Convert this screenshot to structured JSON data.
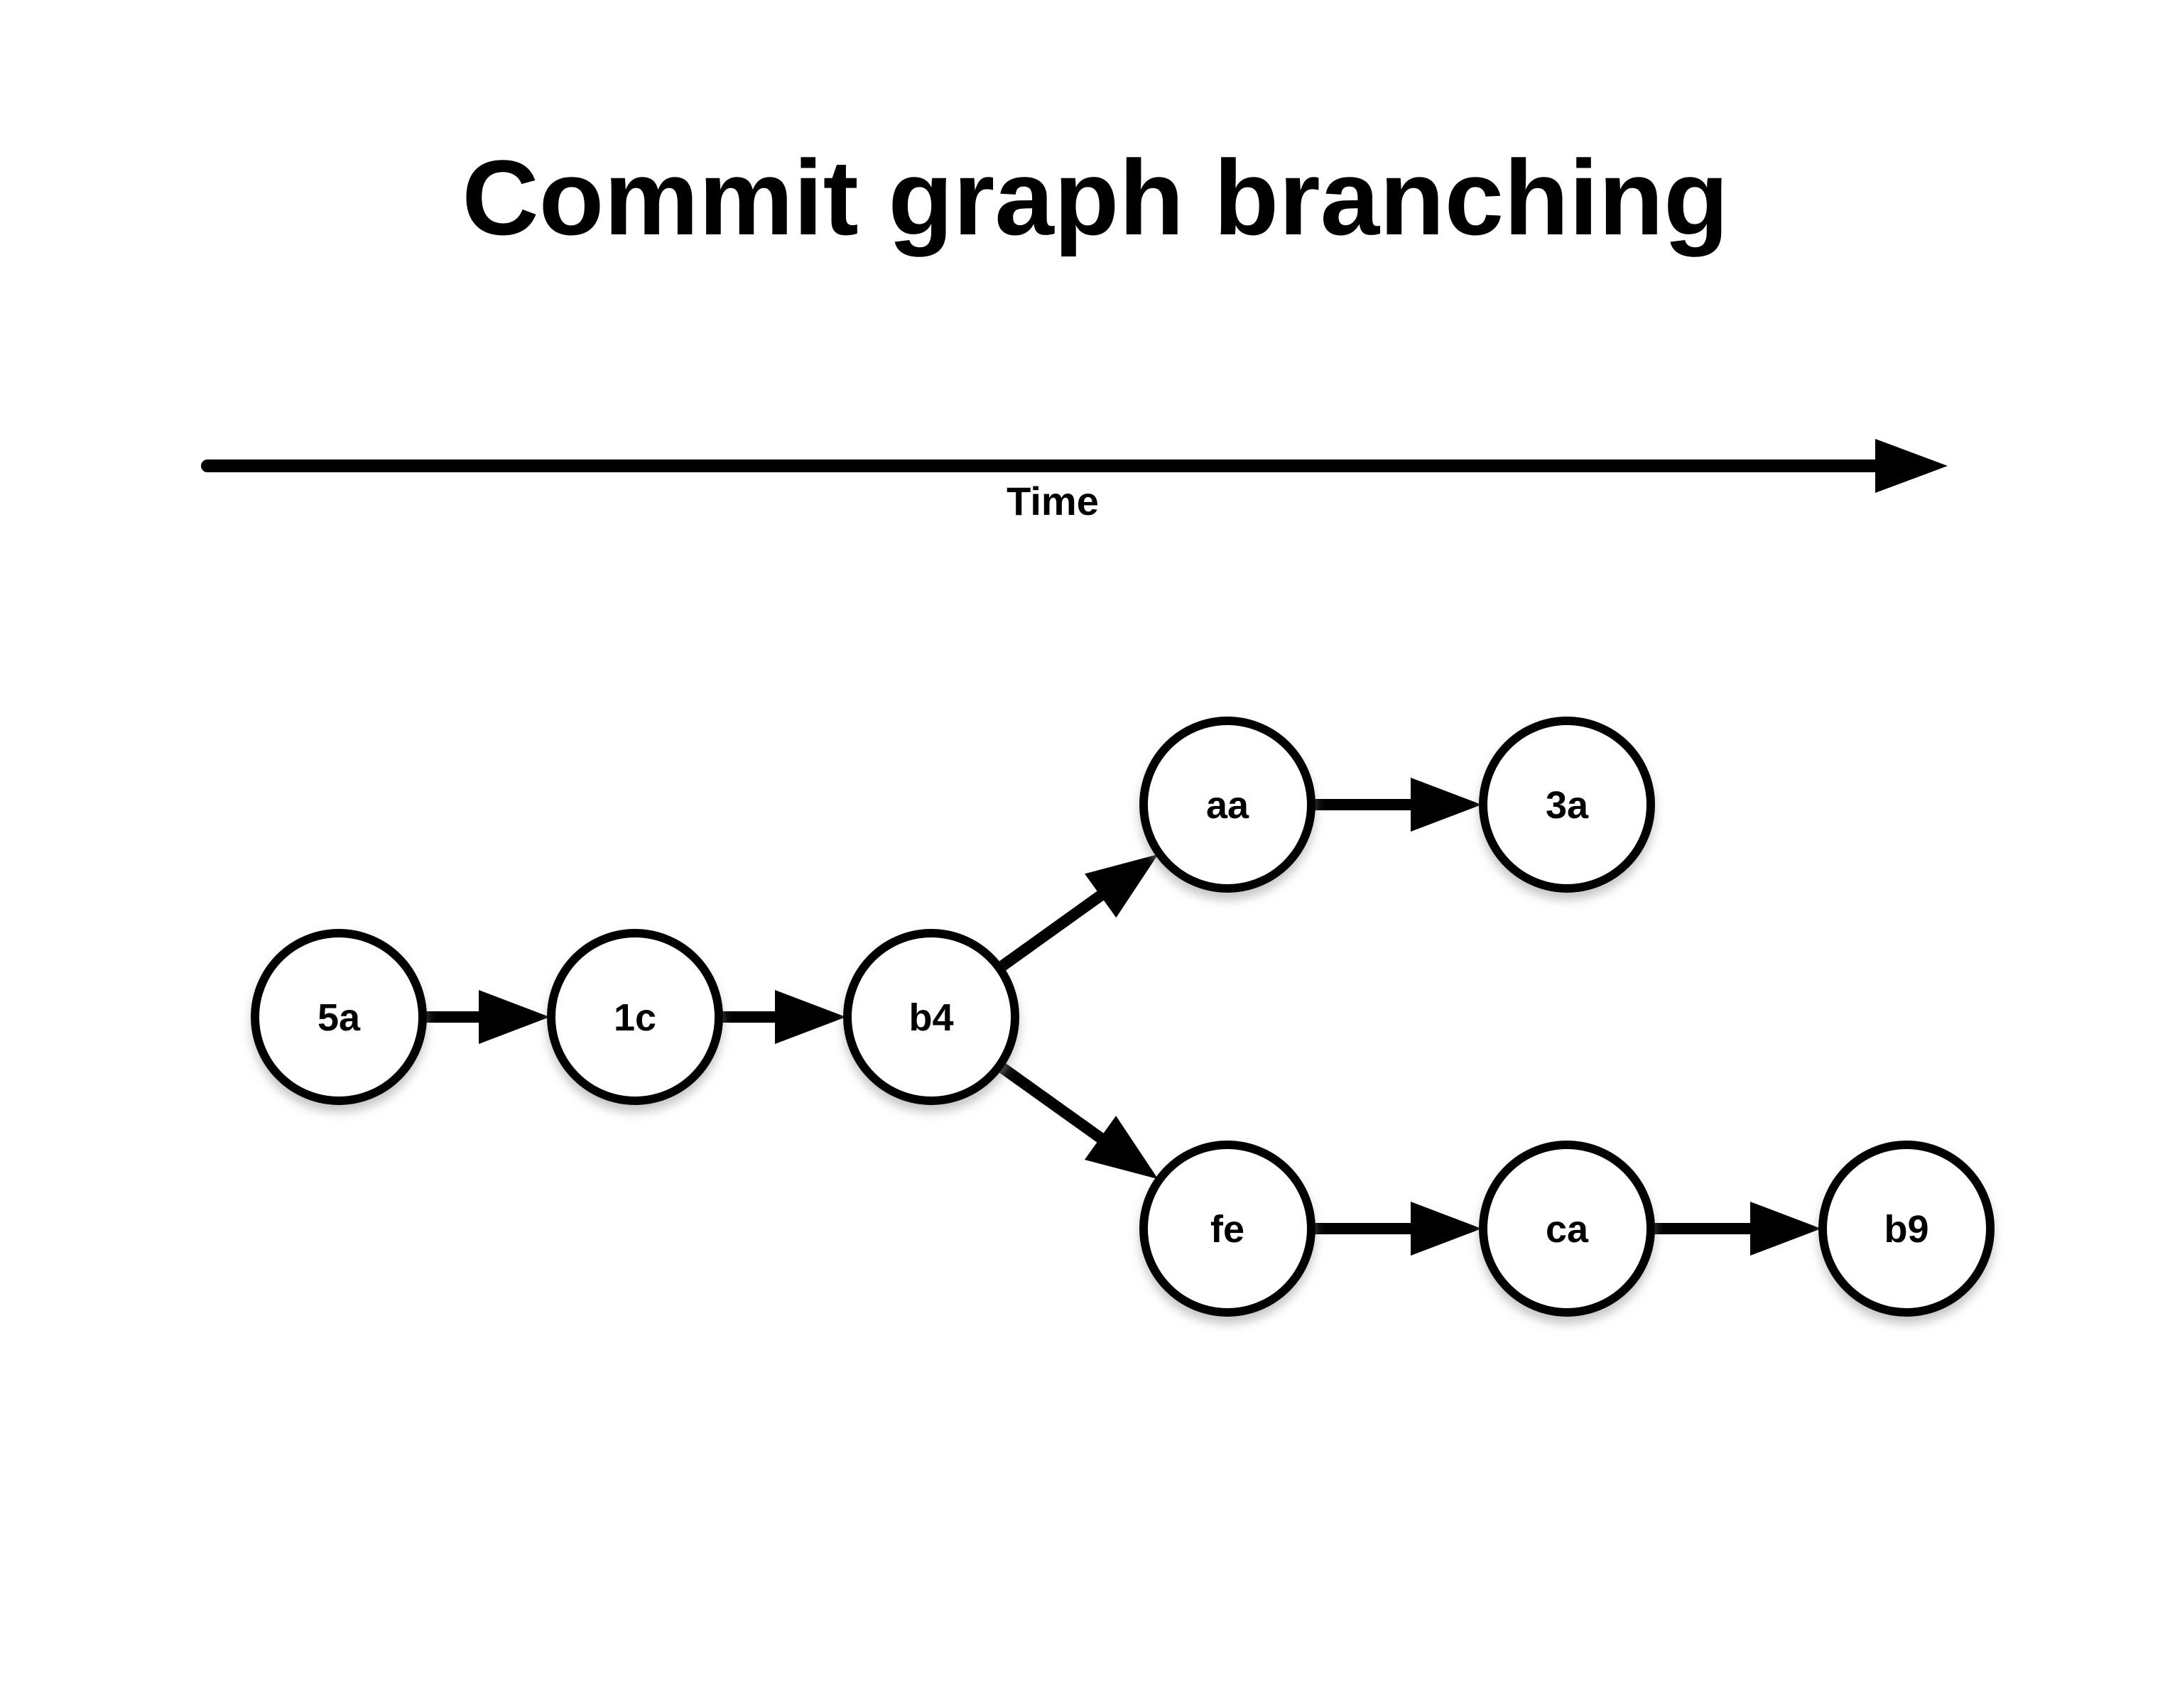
{
  "diagram": {
    "title": "Commit graph branching",
    "time_axis": {
      "label": "Time",
      "direction": "left-to-right"
    },
    "nodes": [
      {
        "id": "5a",
        "label": "5a"
      },
      {
        "id": "1c",
        "label": "1c"
      },
      {
        "id": "b4",
        "label": "b4"
      },
      {
        "id": "aa",
        "label": "aa"
      },
      {
        "id": "3a",
        "label": "3a"
      },
      {
        "id": "fe",
        "label": "fe"
      },
      {
        "id": "ca",
        "label": "ca"
      },
      {
        "id": "b9",
        "label": "b9"
      }
    ],
    "edges": [
      {
        "from": "5a",
        "to": "1c"
      },
      {
        "from": "1c",
        "to": "b4"
      },
      {
        "from": "b4",
        "to": "aa"
      },
      {
        "from": "aa",
        "to": "3a"
      },
      {
        "from": "b4",
        "to": "fe"
      },
      {
        "from": "fe",
        "to": "ca"
      },
      {
        "from": "ca",
        "to": "b9"
      }
    ],
    "colors": {
      "stroke": "#000000",
      "fill": "#ffffff",
      "shadow": "#999999"
    }
  }
}
